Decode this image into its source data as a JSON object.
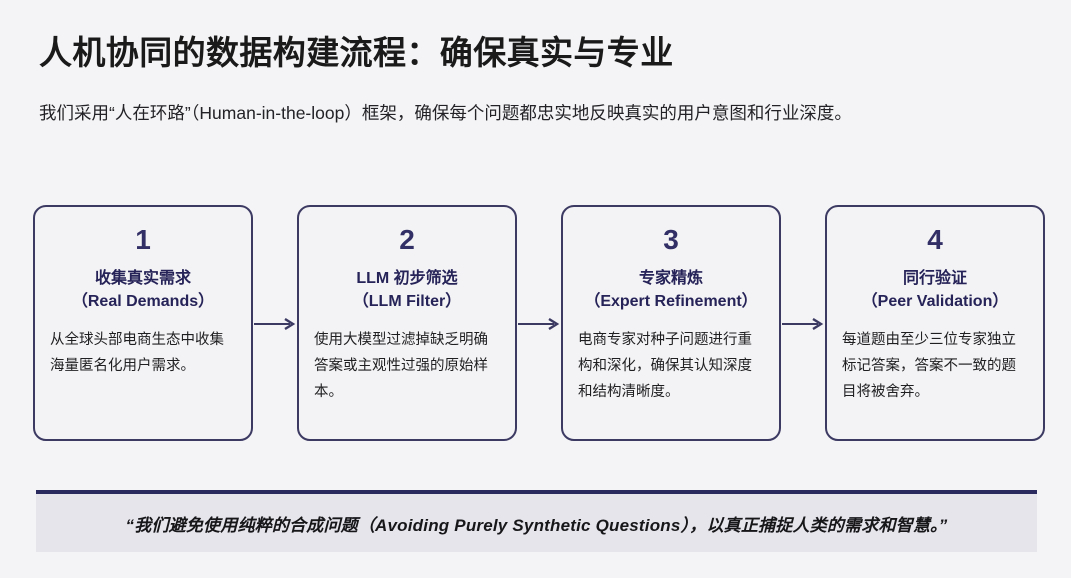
{
  "header": {
    "title": "人机协同的数据构建流程：确保真实与专业",
    "subtitle": "我们采用“人在环路”（Human-in-the-loop）框架，确保每个问题都忠实地反映真实的用户意图和行业深度。"
  },
  "colors": {
    "page_background": "#f4f4f6",
    "card_border": "#3c3a63",
    "card_background": "#f3f3f5",
    "number_navy": "#322f66",
    "title_navy": "#262358",
    "body_text": "#1f1f22",
    "arrow": "#3c3a63",
    "quote_band_background": "#e6e5ec",
    "quote_rule": "#2b2a5e"
  },
  "flow": {
    "steps": [
      {
        "number": "1",
        "title_zh": "收集真实需求",
        "title_en": "（Real Demands）",
        "description": "从全球头部电商生态中收集海量匿名化用户需求。"
      },
      {
        "number": "2",
        "title_zh": "LLM 初步筛选",
        "title_en": "（LLM Filter）",
        "description": "使用大模型过滤掉缺乏明确答案或主观性过强的原始样本。"
      },
      {
        "number": "3",
        "title_zh": "专家精炼",
        "title_en": "（Expert Refinement）",
        "description": "电商专家对种子问题进行重构和深化，确保其认知深度和结构清晰度。"
      },
      {
        "number": "4",
        "title_zh": "同行验证",
        "title_en": "（Peer Validation）",
        "description": "每道题由至少三位专家独立标记答案，答案不一致的题目将被舍弃。"
      }
    ],
    "connectors": [
      {
        "icon": "arrow-right-icon"
      },
      {
        "icon": "arrow-right-icon"
      },
      {
        "icon": "arrow-right-icon"
      }
    ]
  },
  "footer": {
    "quote": "“我们避免使用纯粹的合成问题（Avoiding Purely Synthetic Questions），以真正捕捉人类的需求和智慧。”"
  }
}
